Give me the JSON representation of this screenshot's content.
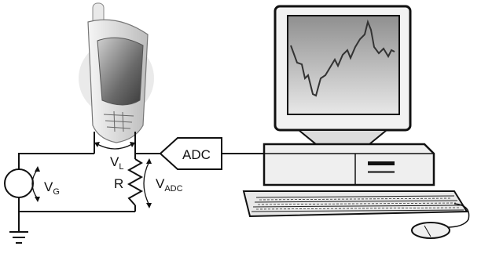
{
  "labels": {
    "vg_main": "V",
    "vg_sub": "G",
    "vl_main": "V",
    "vl_sub": "L",
    "r": "R",
    "vadc_main": "V",
    "vadc_sub": "ADC",
    "adc": "ADC"
  },
  "colors": {
    "line": "#111111",
    "phone_body": "#e6e6e6",
    "phone_screen": "#7a7a7a",
    "monitor_body": "#eeeeee",
    "monitor_screen": "#bdbdbd",
    "trace": "#3a3a3a"
  },
  "icons": {
    "phone": "mobile-phone-icon",
    "computer": "desktop-computer-icon",
    "ground": "ground-symbol-icon",
    "source": "voltage-source-icon",
    "resistor": "resistor-icon"
  }
}
